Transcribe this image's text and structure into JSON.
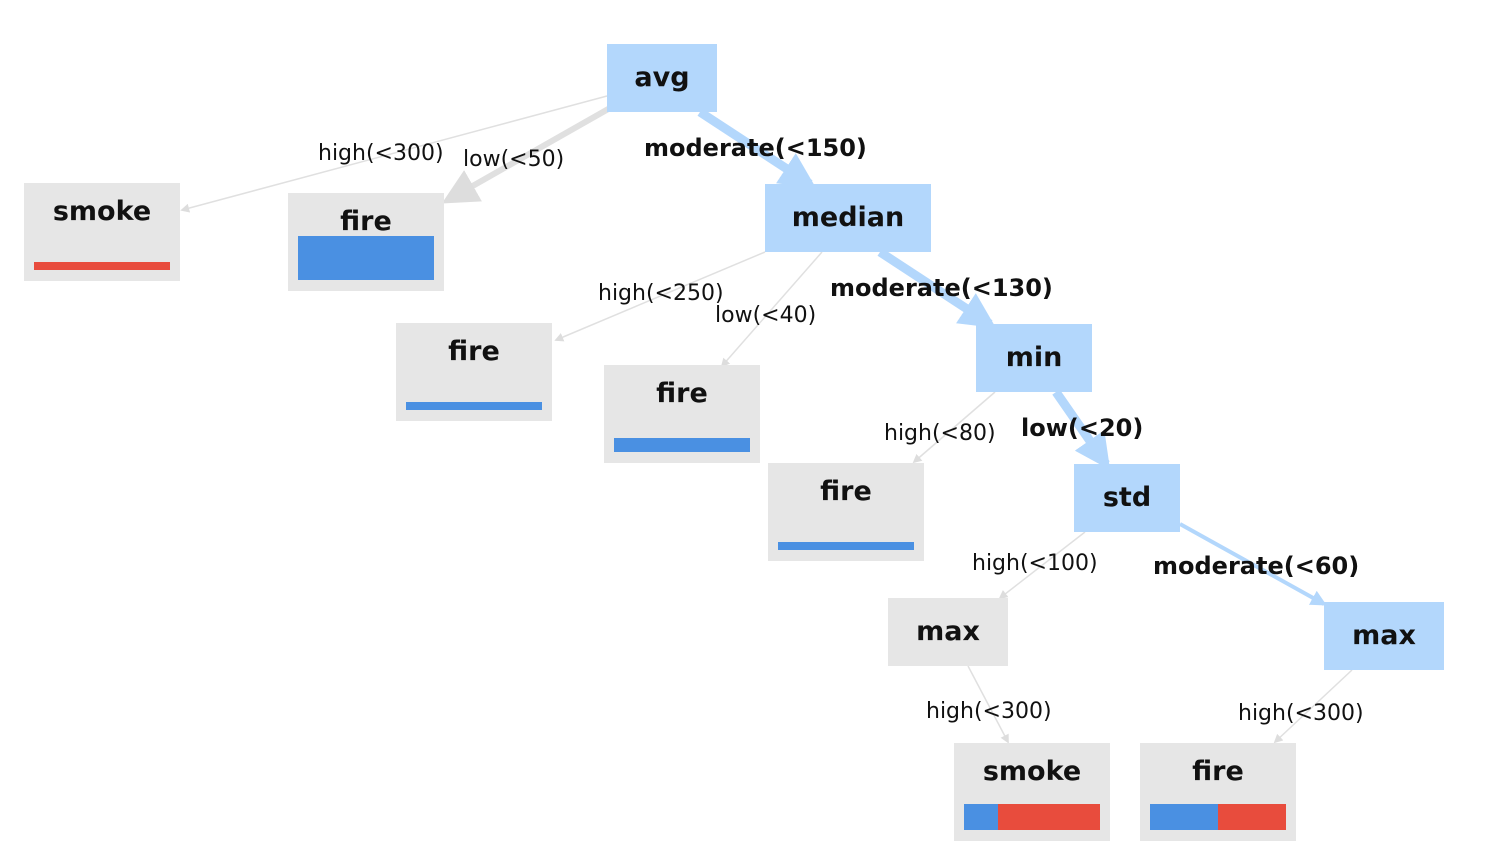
{
  "colors": {
    "fire": "#4a90e2",
    "smoke": "#e84c3d",
    "active_node": "#b3d7fc",
    "leaf_node": "#e6e6e6",
    "active_edge": "#b3d7fc",
    "inactive_edge": "#e0e0e0"
  },
  "nodes": [
    {
      "id": "avg",
      "label": "avg",
      "kind": "split"
    },
    {
      "id": "leaf-smoke-1",
      "label": "smoke",
      "kind": "leaf",
      "bar": {
        "fire": 0,
        "smoke": 1
      }
    },
    {
      "id": "leaf-fire-1",
      "label": "fire",
      "kind": "leaf",
      "bar": {
        "fire": 1,
        "smoke": 0
      }
    },
    {
      "id": "median",
      "label": "median",
      "kind": "split"
    },
    {
      "id": "leaf-fire-2",
      "label": "fire",
      "kind": "leaf",
      "bar": {
        "fire": 1,
        "smoke": 0
      }
    },
    {
      "id": "leaf-fire-3",
      "label": "fire",
      "kind": "leaf",
      "bar": {
        "fire": 1,
        "smoke": 0
      }
    },
    {
      "id": "min",
      "label": "min",
      "kind": "split"
    },
    {
      "id": "leaf-fire-4",
      "label": "fire",
      "kind": "leaf",
      "bar": {
        "fire": 1,
        "smoke": 0
      }
    },
    {
      "id": "std",
      "label": "std",
      "kind": "split"
    },
    {
      "id": "max-1",
      "label": "max",
      "kind": "inactive"
    },
    {
      "id": "max-2",
      "label": "max",
      "kind": "split"
    },
    {
      "id": "leaf-smoke-2",
      "label": "smoke",
      "kind": "leaf",
      "bar": {
        "fire": 0.25,
        "smoke": 0.75
      }
    },
    {
      "id": "leaf-fire-5",
      "label": "fire",
      "kind": "leaf",
      "bar": {
        "fire": 0.5,
        "smoke": 0.5
      }
    }
  ],
  "edges": [
    {
      "from": "avg",
      "to": "leaf-smoke-1",
      "label": "high(<300)",
      "active": false
    },
    {
      "from": "avg",
      "to": "leaf-fire-1",
      "label": "low(<50)",
      "active": false
    },
    {
      "from": "avg",
      "to": "median",
      "label": "moderate(<150)",
      "active": true
    },
    {
      "from": "median",
      "to": "leaf-fire-2",
      "label": "high(<250)",
      "active": false
    },
    {
      "from": "median",
      "to": "leaf-fire-3",
      "label": "low(<40)",
      "active": false
    },
    {
      "from": "median",
      "to": "min",
      "label": "moderate(<130)",
      "active": true
    },
    {
      "from": "min",
      "to": "leaf-fire-4",
      "label": "high(<80)",
      "active": false
    },
    {
      "from": "min",
      "to": "std",
      "label": "low(<20)",
      "active": true
    },
    {
      "from": "std",
      "to": "max-1",
      "label": "high(<100)",
      "active": false
    },
    {
      "from": "std",
      "to": "max-2",
      "label": "moderate(<60)",
      "active": true
    },
    {
      "from": "max-1",
      "to": "leaf-smoke-2",
      "label": "high(<300)",
      "active": false
    },
    {
      "from": "max-2",
      "to": "leaf-fire-5",
      "label": "high(<300)",
      "active": false
    }
  ]
}
